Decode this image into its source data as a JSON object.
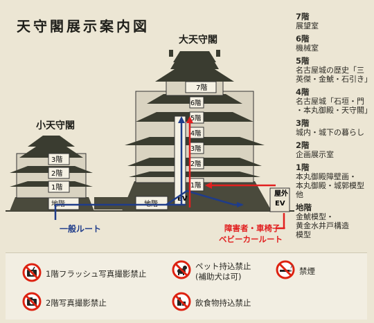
{
  "title": "天守閣展示案内図",
  "main_tower": {
    "name": "大天守閣",
    "floors": [
      "7階",
      "6階",
      "5階",
      "4階",
      "3階",
      "2階",
      "1階"
    ],
    "basement": "地階"
  },
  "small_tower": {
    "name": "小天守閣",
    "floors": [
      "3階",
      "2階",
      "1階"
    ],
    "basement": "地階"
  },
  "elevator_label": "EV",
  "outdoor_elevator_label": "屋外\nEV",
  "routes": {
    "general": "一般ルート",
    "accessible_line1": "障害者・車椅子・",
    "accessible_line2": "ベビーカールート",
    "general_color": "#1f3c8a",
    "accessible_color": "#e11f1f"
  },
  "floor_guide": [
    {
      "floor": "7階",
      "desc": [
        "展望室"
      ]
    },
    {
      "floor": "6階",
      "desc": [
        "機械室"
      ]
    },
    {
      "floor": "5階",
      "desc": [
        "名古屋城の歴史「三",
        "英傑・金鯱・石引き」"
      ]
    },
    {
      "floor": "4階",
      "desc": [
        "名古屋城「石垣・門",
        "・本丸御殿・天守閣」"
      ]
    },
    {
      "floor": "3階",
      "desc": [
        "城内・城下の暮らし"
      ]
    },
    {
      "floor": "2階",
      "desc": [
        "企画展示室"
      ]
    },
    {
      "floor": "1階",
      "desc": [
        "本丸御殿障壁画・",
        "本丸御殿・城郭模型",
        "他"
      ]
    },
    {
      "floor": "地階",
      "desc": [
        "金鯱模型・",
        "黄金水井戸構造",
        "模型"
      ]
    }
  ],
  "legend": [
    {
      "icon": "no-flash-photo-icon",
      "text": "1階フラッシュ写真撮影禁止"
    },
    {
      "icon": "no-pets-icon",
      "text": "ペット持込禁止",
      "sub": "(補助犬は可)"
    },
    {
      "icon": "no-smoking-icon",
      "text": "禁煙"
    },
    {
      "icon": "no-photo-icon",
      "text": "2階写真撮影禁止"
    },
    {
      "icon": "no-food-drink-icon",
      "text": "飲食物持込禁止"
    }
  ]
}
